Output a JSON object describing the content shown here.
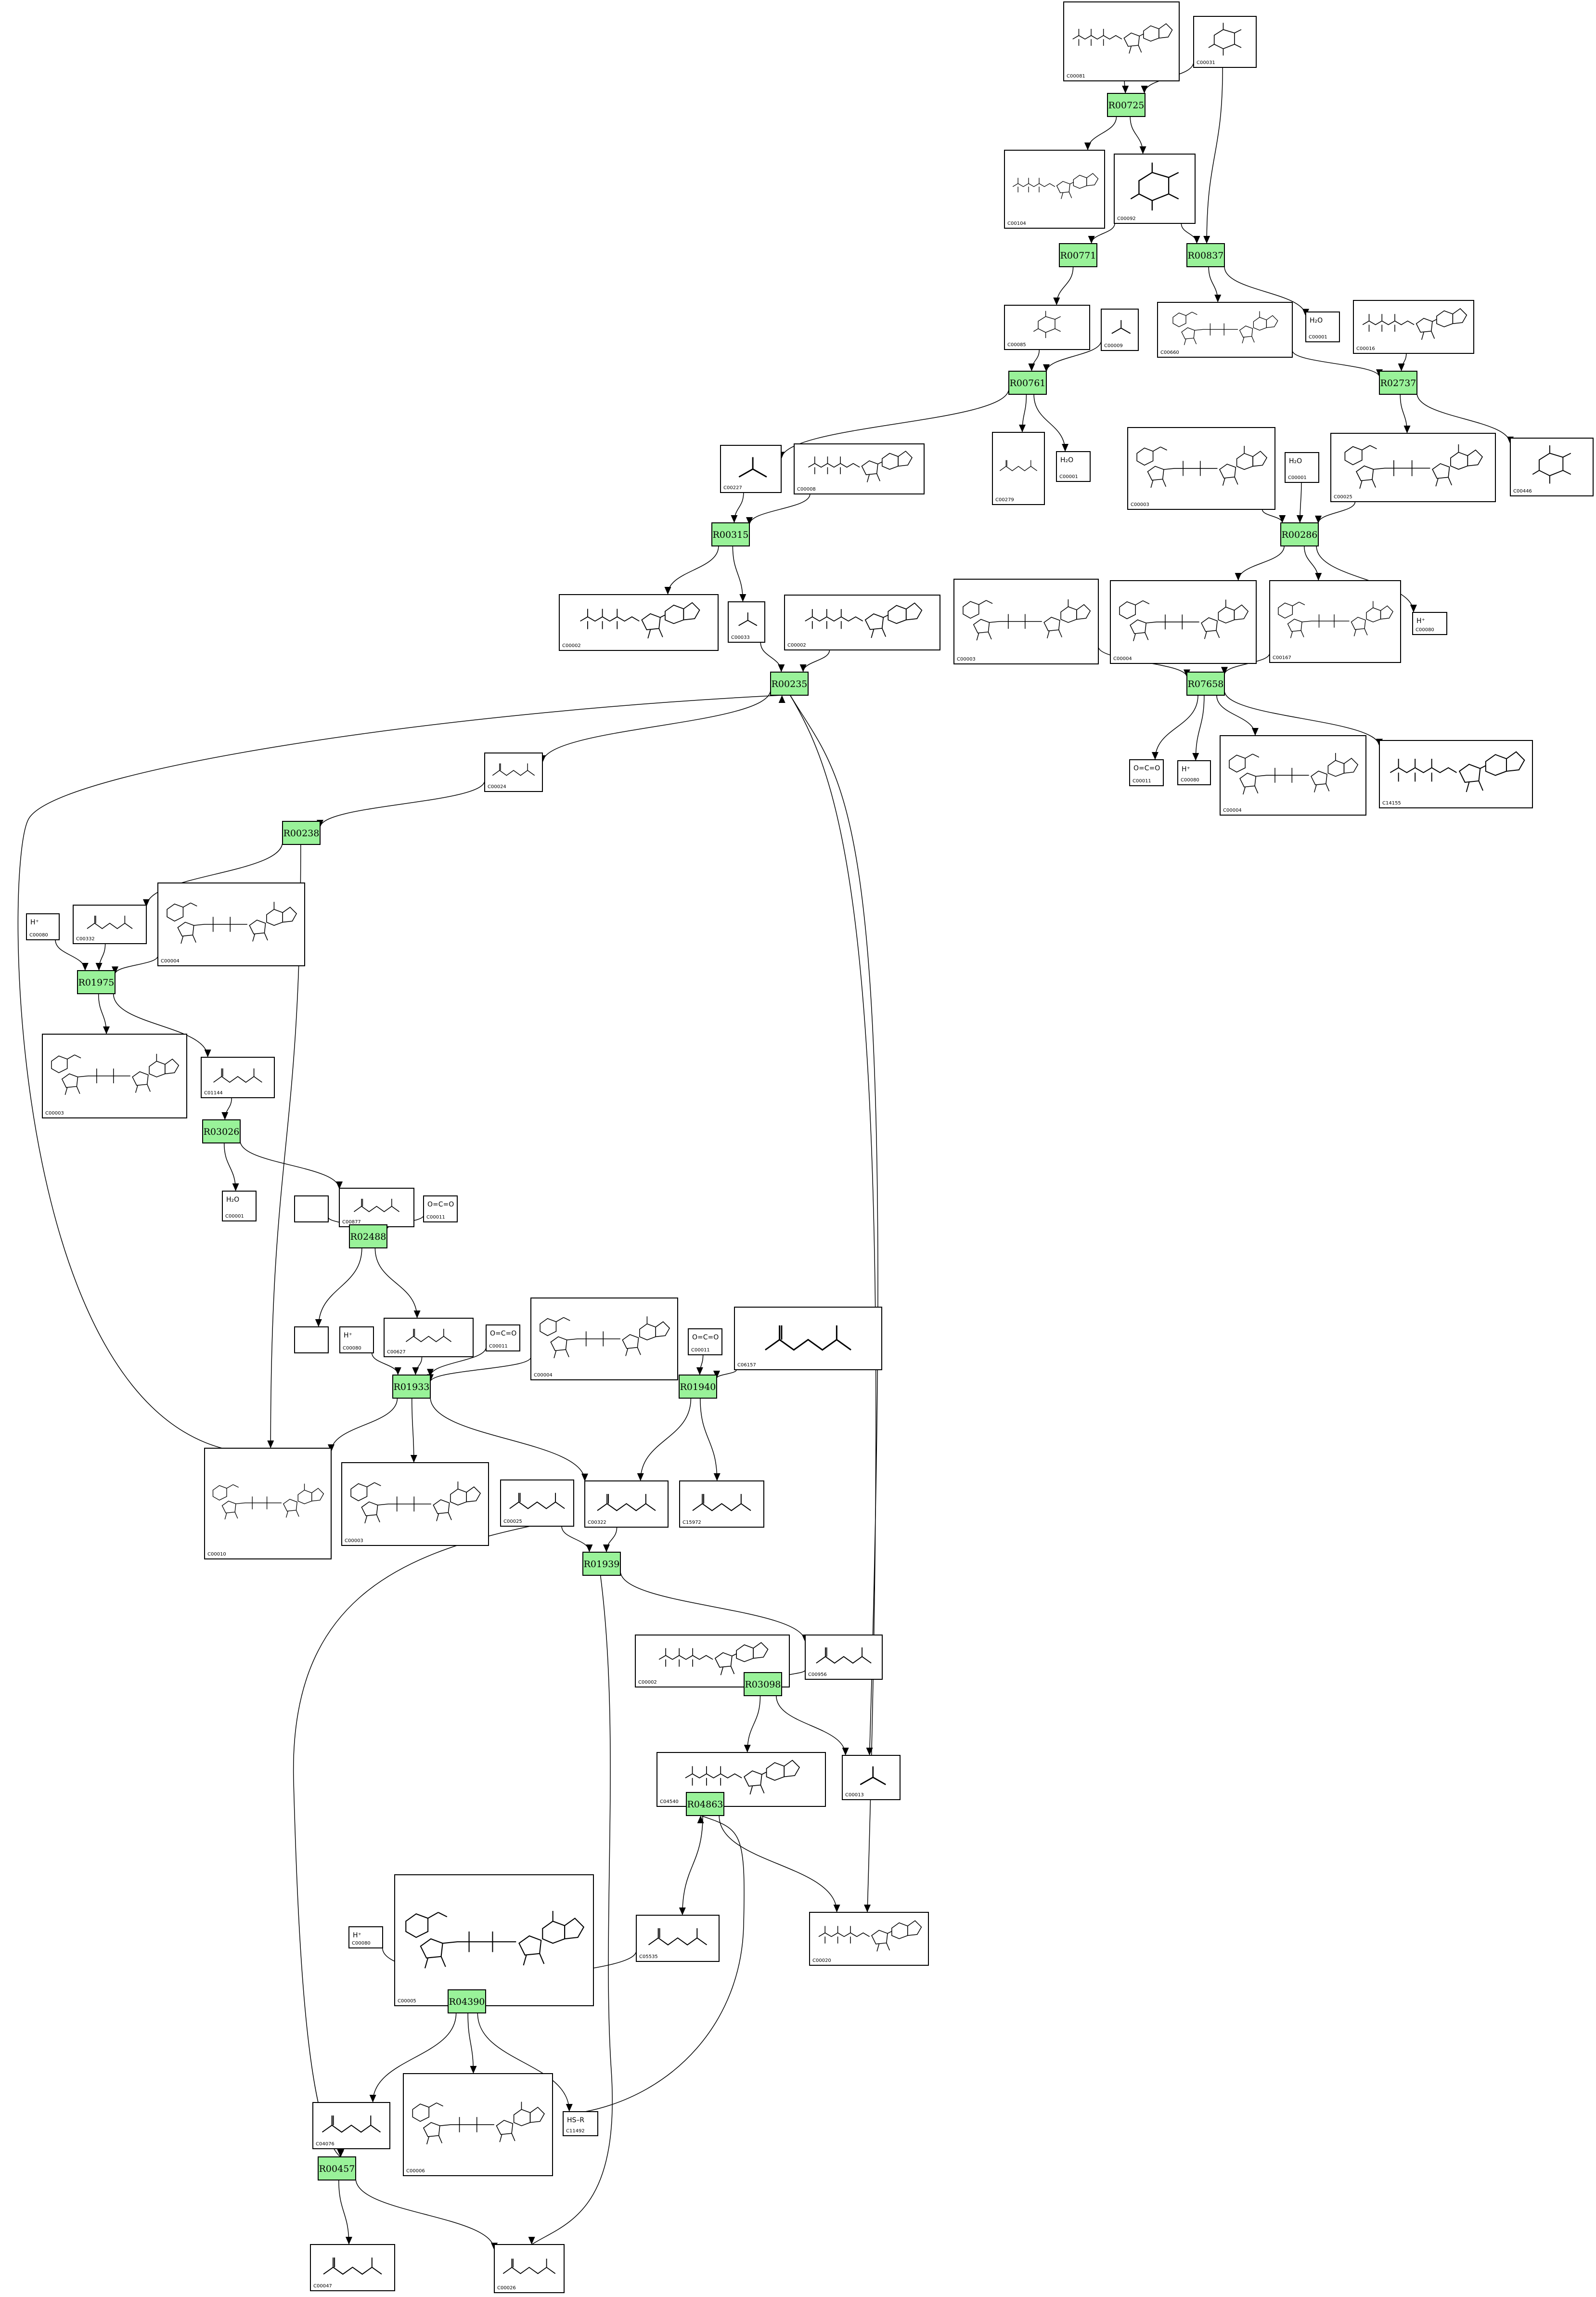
{
  "reactions": [
    {
      "id": "R00725"
    },
    {
      "id": "R00771"
    },
    {
      "id": "R00837"
    },
    {
      "id": "R00761"
    },
    {
      "id": "R02737"
    },
    {
      "id": "R00315"
    },
    {
      "id": "R00286"
    },
    {
      "id": "R00235"
    },
    {
      "id": "R07658"
    },
    {
      "id": "R00238"
    },
    {
      "id": "R01975"
    },
    {
      "id": "R03026"
    },
    {
      "id": "R02488"
    },
    {
      "id": "R01933"
    },
    {
      "id": "R01940"
    },
    {
      "id": "R01939"
    },
    {
      "id": "R03098"
    },
    {
      "id": "R04863"
    },
    {
      "id": "R04390"
    },
    {
      "id": "R00457"
    }
  ],
  "compounds": [
    {
      "key": "c00081",
      "id": "C00081",
      "label": ""
    },
    {
      "key": "c00031",
      "id": "C00031",
      "label": ""
    },
    {
      "key": "c00104",
      "id": "C00104",
      "label": ""
    },
    {
      "key": "c00092",
      "id": "C00092",
      "label": ""
    },
    {
      "key": "c00085",
      "id": "C00085",
      "label": ""
    },
    {
      "key": "c00009a",
      "id": "C00009",
      "label": ""
    },
    {
      "key": "c00660",
      "id": "C00660",
      "label": ""
    },
    {
      "key": "c00001a",
      "id": "C00001",
      "label": "H₂O"
    },
    {
      "key": "c00016",
      "id": "C00016",
      "label": ""
    },
    {
      "key": "c00227",
      "id": "C00227",
      "label": ""
    },
    {
      "key": "c00008",
      "id": "C00008",
      "label": ""
    },
    {
      "key": "c00279",
      "id": "C00279",
      "label": ""
    },
    {
      "key": "c00001b",
      "id": "C00001",
      "label": "H₂O"
    },
    {
      "key": "c00003a",
      "id": "C00003",
      "label": ""
    },
    {
      "key": "c00001c",
      "id": "C00001",
      "label": "H₂O"
    },
    {
      "key": "c00025a",
      "id": "C00025",
      "label": ""
    },
    {
      "key": "c00446",
      "id": "C00446",
      "label": ""
    },
    {
      "key": "c00002a",
      "id": "C00002",
      "label": ""
    },
    {
      "key": "c00033",
      "id": "C00033",
      "label": ""
    },
    {
      "key": "c00002b",
      "id": "C00002",
      "label": ""
    },
    {
      "key": "c00003b",
      "id": "C00003",
      "label": ""
    },
    {
      "key": "c00004a",
      "id": "C00004",
      "label": ""
    },
    {
      "key": "c00167",
      "id": "C00167",
      "label": ""
    },
    {
      "key": "c00080a",
      "id": "C00080",
      "label": "H⁺"
    },
    {
      "key": "c00024",
      "id": "C00024",
      "label": ""
    },
    {
      "key": "c00011a",
      "id": "C00011",
      "label": "O=C=O"
    },
    {
      "key": "c00080b",
      "id": "C00080",
      "label": "H⁺"
    },
    {
      "key": "c00004b",
      "id": "C00004",
      "label": ""
    },
    {
      "key": "c14155",
      "id": "C14155",
      "label": ""
    },
    {
      "key": "c00080c",
      "id": "C00080",
      "label": "H⁺"
    },
    {
      "key": "c00332",
      "id": "C00332",
      "label": ""
    },
    {
      "key": "c00004c",
      "id": "C00004",
      "label": ""
    },
    {
      "key": "c00003c",
      "id": "C00003",
      "label": ""
    },
    {
      "key": "c01144",
      "id": "C01144",
      "label": ""
    },
    {
      "key": "c00001d",
      "id": "C00001",
      "label": "H₂O"
    },
    {
      "key": "blank1",
      "id": "",
      "label": ""
    },
    {
      "key": "c00877",
      "id": "C00877",
      "label": ""
    },
    {
      "key": "c00011b",
      "id": "C00011",
      "label": "O=C=O"
    },
    {
      "key": "blank2",
      "id": "",
      "label": ""
    },
    {
      "key": "c00080d",
      "id": "C00080",
      "label": "H⁺"
    },
    {
      "key": "c00627",
      "id": "C00627",
      "label": ""
    },
    {
      "key": "c00011c",
      "id": "C00011",
      "label": "O=C=O"
    },
    {
      "key": "c00004d",
      "id": "C00004",
      "label": ""
    },
    {
      "key": "c00011d",
      "id": "C00011",
      "label": "O=C=O"
    },
    {
      "key": "c06157",
      "id": "C06157",
      "label": ""
    },
    {
      "key": "c00010",
      "id": "C00010",
      "label": ""
    },
    {
      "key": "c00003d",
      "id": "C00003",
      "label": ""
    },
    {
      "key": "c00025b",
      "id": "C00025",
      "label": ""
    },
    {
      "key": "c00322",
      "id": "C00322",
      "label": ""
    },
    {
      "key": "c15972",
      "id": "C15972",
      "label": ""
    },
    {
      "key": "c00002c",
      "id": "C00002",
      "label": ""
    },
    {
      "key": "c00956",
      "id": "C00956",
      "label": ""
    },
    {
      "key": "c04540",
      "id": "C04540",
      "label": ""
    },
    {
      "key": "c00013",
      "id": "C00013",
      "label": ""
    },
    {
      "key": "c00005",
      "id": "C00005",
      "label": ""
    },
    {
      "key": "c00080e",
      "id": "C00080",
      "label": "H⁺"
    },
    {
      "key": "c05535",
      "id": "C05535",
      "label": ""
    },
    {
      "key": "c00020",
      "id": "C00020",
      "label": ""
    },
    {
      "key": "c04076",
      "id": "C04076",
      "label": ""
    },
    {
      "key": "c00006",
      "id": "C00006",
      "label": ""
    },
    {
      "key": "c11492",
      "id": "C11492",
      "label": "HS–R"
    },
    {
      "key": "c00047",
      "id": "C00047",
      "label": ""
    },
    {
      "key": "c00026",
      "id": "C00026",
      "label": ""
    }
  ]
}
